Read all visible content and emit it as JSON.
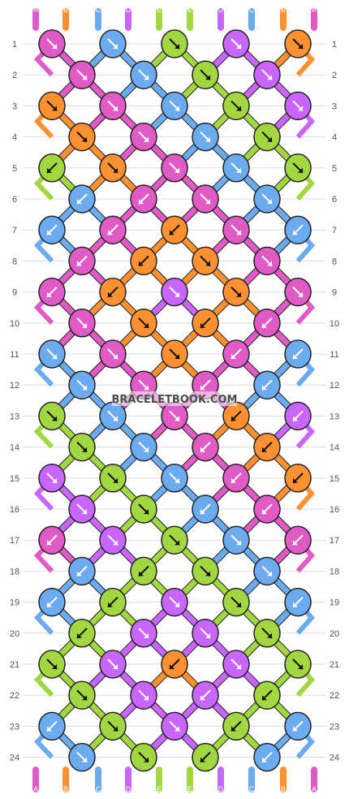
{
  "watermark": "BRACELETBOOK.COM",
  "colors": {
    "A": "#e05bc6",
    "B": "#ff9133",
    "C": "#6cabef",
    "D": "#c966ff",
    "E": "#a3d742"
  },
  "top_labels": [
    "A",
    "B",
    "C",
    "D",
    "E",
    "E",
    "D",
    "C",
    "B",
    "A"
  ],
  "bottom_labels": [
    "A",
    "B",
    "C",
    "D",
    "E",
    "E",
    "D",
    "C",
    "B",
    "A"
  ],
  "row_labels": [
    "1",
    "2",
    "3",
    "4",
    "5",
    "6",
    "7",
    "8",
    "9",
    "10",
    "11",
    "12",
    "13",
    "14",
    "15",
    "16",
    "17",
    "18",
    "19",
    "20",
    "21",
    "22",
    "23",
    "24"
  ],
  "knot_rows": [
    [
      {
        "c": "A",
        "d": "se"
      },
      {
        "c": "C",
        "d": "se"
      },
      {
        "c": "E",
        "d": "se"
      },
      {
        "c": "D",
        "d": "se"
      },
      {
        "c": "B",
        "d": "se"
      }
    ],
    [
      {
        "c": "A",
        "d": "se"
      },
      {
        "c": "C",
        "d": "se"
      },
      {
        "c": "E",
        "d": "se"
      },
      {
        "c": "D",
        "d": "se"
      }
    ],
    [
      {
        "c": "B",
        "d": "se"
      },
      {
        "c": "A",
        "d": "se"
      },
      {
        "c": "C",
        "d": "se"
      },
      {
        "c": "E",
        "d": "se"
      },
      {
        "c": "D",
        "d": "se"
      }
    ],
    [
      {
        "c": "B",
        "d": "se"
      },
      {
        "c": "A",
        "d": "se"
      },
      {
        "c": "C",
        "d": "se"
      },
      {
        "c": "E",
        "d": "se"
      }
    ],
    [
      {
        "c": "E",
        "d": "sw"
      },
      {
        "c": "B",
        "d": "se"
      },
      {
        "c": "A",
        "d": "se"
      },
      {
        "c": "C",
        "d": "se"
      },
      {
        "c": "E",
        "d": "se"
      }
    ],
    [
      {
        "c": "C",
        "d": "sw"
      },
      {
        "c": "A",
        "d": "sw"
      },
      {
        "c": "A",
        "d": "se"
      },
      {
        "c": "C",
        "d": "se"
      }
    ],
    [
      {
        "c": "C",
        "d": "sw"
      },
      {
        "c": "A",
        "d": "sw"
      },
      {
        "c": "B",
        "d": "sw"
      },
      {
        "c": "A",
        "d": "se"
      },
      {
        "c": "C",
        "d": "sw"
      }
    ],
    [
      {
        "c": "A",
        "d": "sw"
      },
      {
        "c": "B",
        "d": "sw"
      },
      {
        "c": "B",
        "d": "se"
      },
      {
        "c": "A",
        "d": "se"
      }
    ],
    [
      {
        "c": "A",
        "d": "sw"
      },
      {
        "c": "B",
        "d": "sw"
      },
      {
        "c": "D",
        "d": "se"
      },
      {
        "c": "B",
        "d": "se"
      },
      {
        "c": "A",
        "d": "se"
      }
    ],
    [
      {
        "c": "A",
        "d": "se"
      },
      {
        "c": "B",
        "d": "se"
      },
      {
        "c": "B",
        "d": "sw"
      },
      {
        "c": "A",
        "d": "sw"
      }
    ],
    [
      {
        "c": "C",
        "d": "se"
      },
      {
        "c": "A",
        "d": "se"
      },
      {
        "c": "B",
        "d": "se"
      },
      {
        "c": "A",
        "d": "sw"
      },
      {
        "c": "C",
        "d": "sw"
      }
    ],
    [
      {
        "c": "C",
        "d": "se"
      },
      {
        "c": "A",
        "d": "se"
      },
      {
        "c": "A",
        "d": "sw"
      },
      {
        "c": "C",
        "d": "sw"
      }
    ],
    [
      {
        "c": "E",
        "d": "se"
      },
      {
        "c": "C",
        "d": "se"
      },
      {
        "c": "A",
        "d": "se"
      },
      {
        "c": "B",
        "d": "sw"
      },
      {
        "c": "D",
        "d": "sw"
      }
    ],
    [
      {
        "c": "E",
        "d": "se"
      },
      {
        "c": "C",
        "d": "se"
      },
      {
        "c": "A",
        "d": "sw"
      },
      {
        "c": "B",
        "d": "sw"
      }
    ],
    [
      {
        "c": "D",
        "d": "se"
      },
      {
        "c": "E",
        "d": "se"
      },
      {
        "c": "C",
        "d": "se"
      },
      {
        "c": "A",
        "d": "sw"
      },
      {
        "c": "B",
        "d": "sw"
      }
    ],
    [
      {
        "c": "D",
        "d": "se"
      },
      {
        "c": "E",
        "d": "se"
      },
      {
        "c": "C",
        "d": "sw"
      },
      {
        "c": "A",
        "d": "sw"
      }
    ],
    [
      {
        "c": "A",
        "d": "sw"
      },
      {
        "c": "D",
        "d": "se"
      },
      {
        "c": "E",
        "d": "se"
      },
      {
        "c": "C",
        "d": "se"
      },
      {
        "c": "A",
        "d": "sw"
      }
    ],
    [
      {
        "c": "C",
        "d": "sw"
      },
      {
        "c": "E",
        "d": "sw"
      },
      {
        "c": "E",
        "d": "se"
      },
      {
        "c": "C",
        "d": "se"
      }
    ],
    [
      {
        "c": "C",
        "d": "sw"
      },
      {
        "c": "E",
        "d": "sw"
      },
      {
        "c": "D",
        "d": "se"
      },
      {
        "c": "E",
        "d": "se"
      },
      {
        "c": "C",
        "d": "sw"
      }
    ],
    [
      {
        "c": "E",
        "d": "sw"
      },
      {
        "c": "D",
        "d": "se"
      },
      {
        "c": "D",
        "d": "se"
      },
      {
        "c": "E",
        "d": "se"
      }
    ],
    [
      {
        "c": "E",
        "d": "se"
      },
      {
        "c": "D",
        "d": "se"
      },
      {
        "c": "B",
        "d": "sw"
      },
      {
        "c": "D",
        "d": "se"
      },
      {
        "c": "E",
        "d": "se"
      }
    ],
    [
      {
        "c": "E",
        "d": "se"
      },
      {
        "c": "D",
        "d": "se"
      },
      {
        "c": "D",
        "d": "sw"
      },
      {
        "c": "E",
        "d": "sw"
      }
    ],
    [
      {
        "c": "C",
        "d": "sw"
      },
      {
        "c": "E",
        "d": "se"
      },
      {
        "c": "D",
        "d": "se"
      },
      {
        "c": "E",
        "d": "sw"
      },
      {
        "c": "C",
        "d": "sw"
      }
    ],
    [
      {
        "c": "C",
        "d": "se"
      },
      {
        "c": "E",
        "d": "se"
      },
      {
        "c": "E",
        "d": "sw"
      },
      {
        "c": "C",
        "d": "sw"
      }
    ]
  ]
}
